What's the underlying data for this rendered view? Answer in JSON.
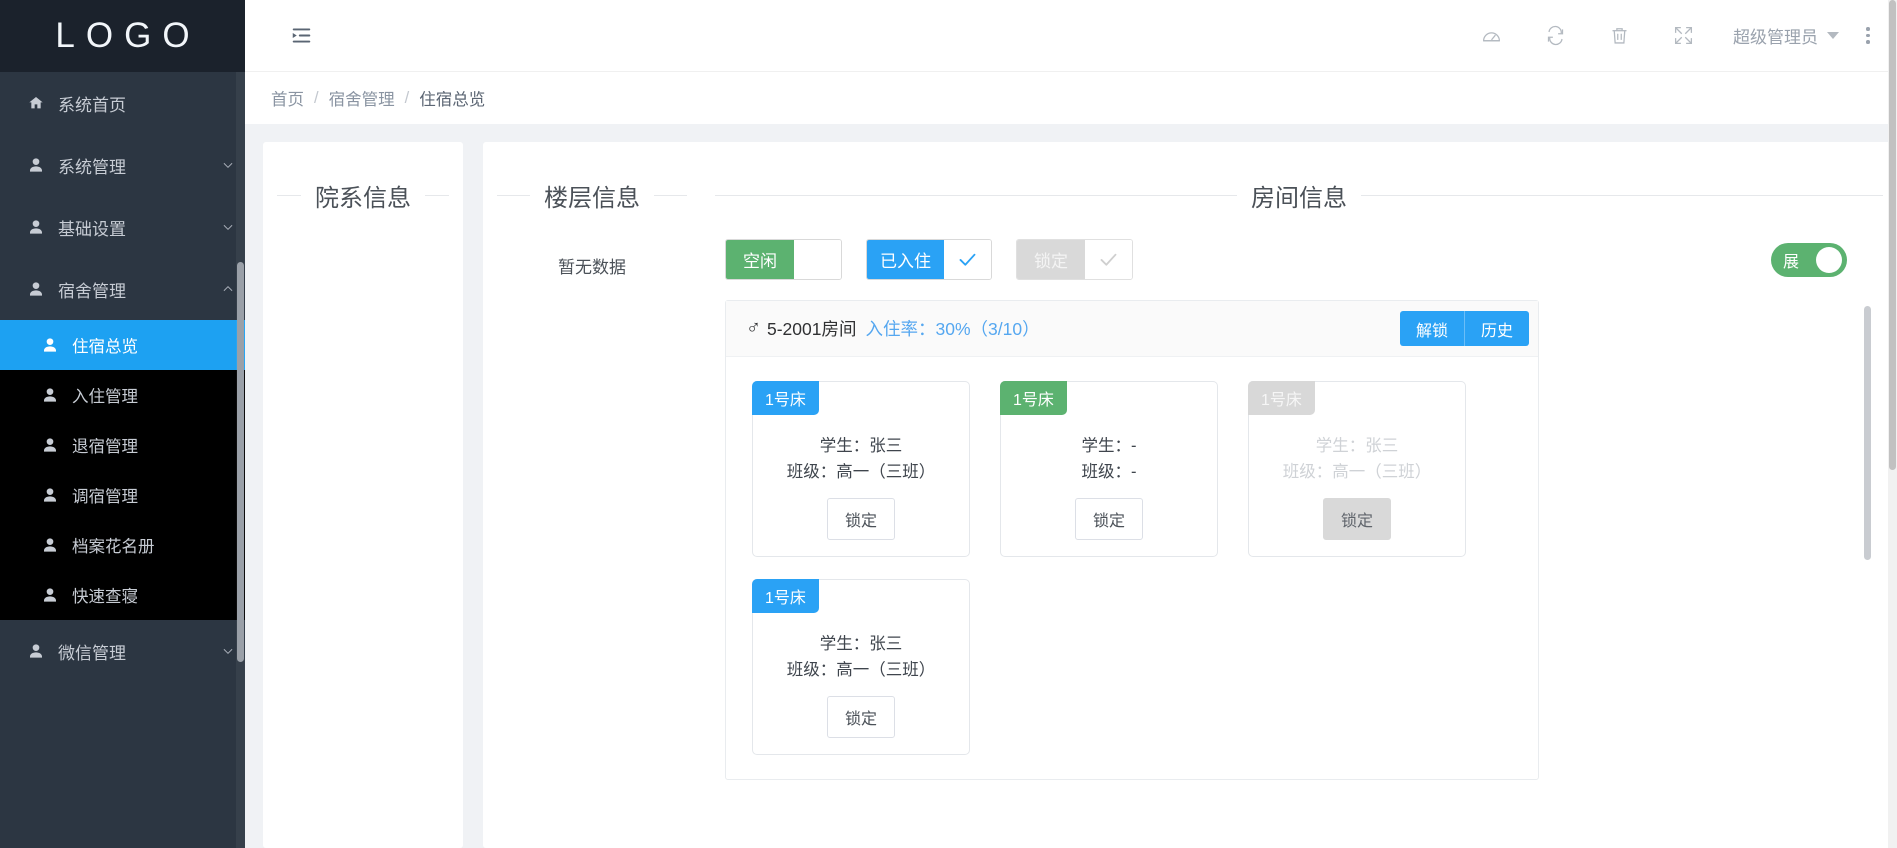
{
  "sidebar": {
    "logo": "LOGO",
    "items": [
      {
        "label": "系统首页",
        "icon": "home-icon",
        "expandable": false
      },
      {
        "label": "系统管理",
        "icon": "user-icon",
        "expandable": true,
        "expanded": false
      },
      {
        "label": "基础设置",
        "icon": "user-icon",
        "expandable": true,
        "expanded": false
      },
      {
        "label": "宿舍管理",
        "icon": "user-icon",
        "expandable": true,
        "expanded": true
      }
    ],
    "submenu": [
      {
        "label": "住宿总览",
        "icon": "user-icon",
        "active": true
      },
      {
        "label": "入住管理",
        "icon": "user-icon",
        "active": false
      },
      {
        "label": "退宿管理",
        "icon": "user-icon",
        "active": false
      },
      {
        "label": "调宿管理",
        "icon": "user-icon",
        "active": false
      },
      {
        "label": "档案花名册",
        "icon": "user-icon",
        "active": false
      },
      {
        "label": "快速查寝",
        "icon": "user-icon",
        "active": false
      }
    ],
    "items_after": [
      {
        "label": "微信管理",
        "icon": "user-icon",
        "expandable": true,
        "expanded": false
      }
    ],
    "active_color": "#1da1f2"
  },
  "topbar": {
    "menu_toggle_icon": "hamburger-icon",
    "icons": [
      {
        "name": "dashboard-gauge-icon"
      },
      {
        "name": "refresh-icon"
      },
      {
        "name": "trash-icon"
      },
      {
        "name": "fullscreen-icon"
      }
    ],
    "user_name": "超级管理员",
    "more_icon": "vertical-ellipsis-icon"
  },
  "breadcrumb": {
    "items": [
      "首页",
      "宿舍管理",
      "住宿总览"
    ],
    "separator": "/"
  },
  "panels": {
    "dept": {
      "title": "院系信息"
    },
    "floor": {
      "title": "楼层信息",
      "empty_text": "暂无数据"
    },
    "room": {
      "title": "房间信息"
    }
  },
  "filters": {
    "chips": [
      {
        "label": "空闲",
        "state": "unchecked",
        "color": "#5cb270",
        "disabled": false
      },
      {
        "label": "已入住",
        "state": "checked",
        "color": "#2aa2f5",
        "disabled": false
      },
      {
        "label": "锁定",
        "state": "checked",
        "color": "#d9d9d9",
        "disabled": true
      }
    ],
    "toggle": {
      "label": "展",
      "on": true,
      "color": "#5cb270"
    }
  },
  "room": {
    "gender_icon": "male-symbol",
    "gender_glyph": "♂",
    "name": "5-2001房间",
    "rate_label": "入住率：",
    "rate_value": "30%（3/10）",
    "actions": [
      {
        "label": "解锁"
      },
      {
        "label": "历史"
      }
    ],
    "beds": [
      {
        "badge": "1号床",
        "badge_color": "blue",
        "student_label": "学生：",
        "student": "张三",
        "class_label": "班级：",
        "class": "高一（三班）",
        "button": "锁定",
        "locked": false
      },
      {
        "badge": "1号床",
        "badge_color": "green",
        "student_label": "学生：",
        "student": "-",
        "class_label": "班级：",
        "class": "-",
        "button": "锁定",
        "locked": false
      },
      {
        "badge": "1号床",
        "badge_color": "grey",
        "student_label": "学生：",
        "student": "张三",
        "class_label": "班级：",
        "class": "高一（三班）",
        "button": "锁定",
        "locked": true
      },
      {
        "badge": "1号床",
        "badge_color": "blue",
        "student_label": "学生：",
        "student": "张三",
        "class_label": "班级：",
        "class": "高一（三班）",
        "button": "锁定",
        "locked": false
      }
    ]
  }
}
